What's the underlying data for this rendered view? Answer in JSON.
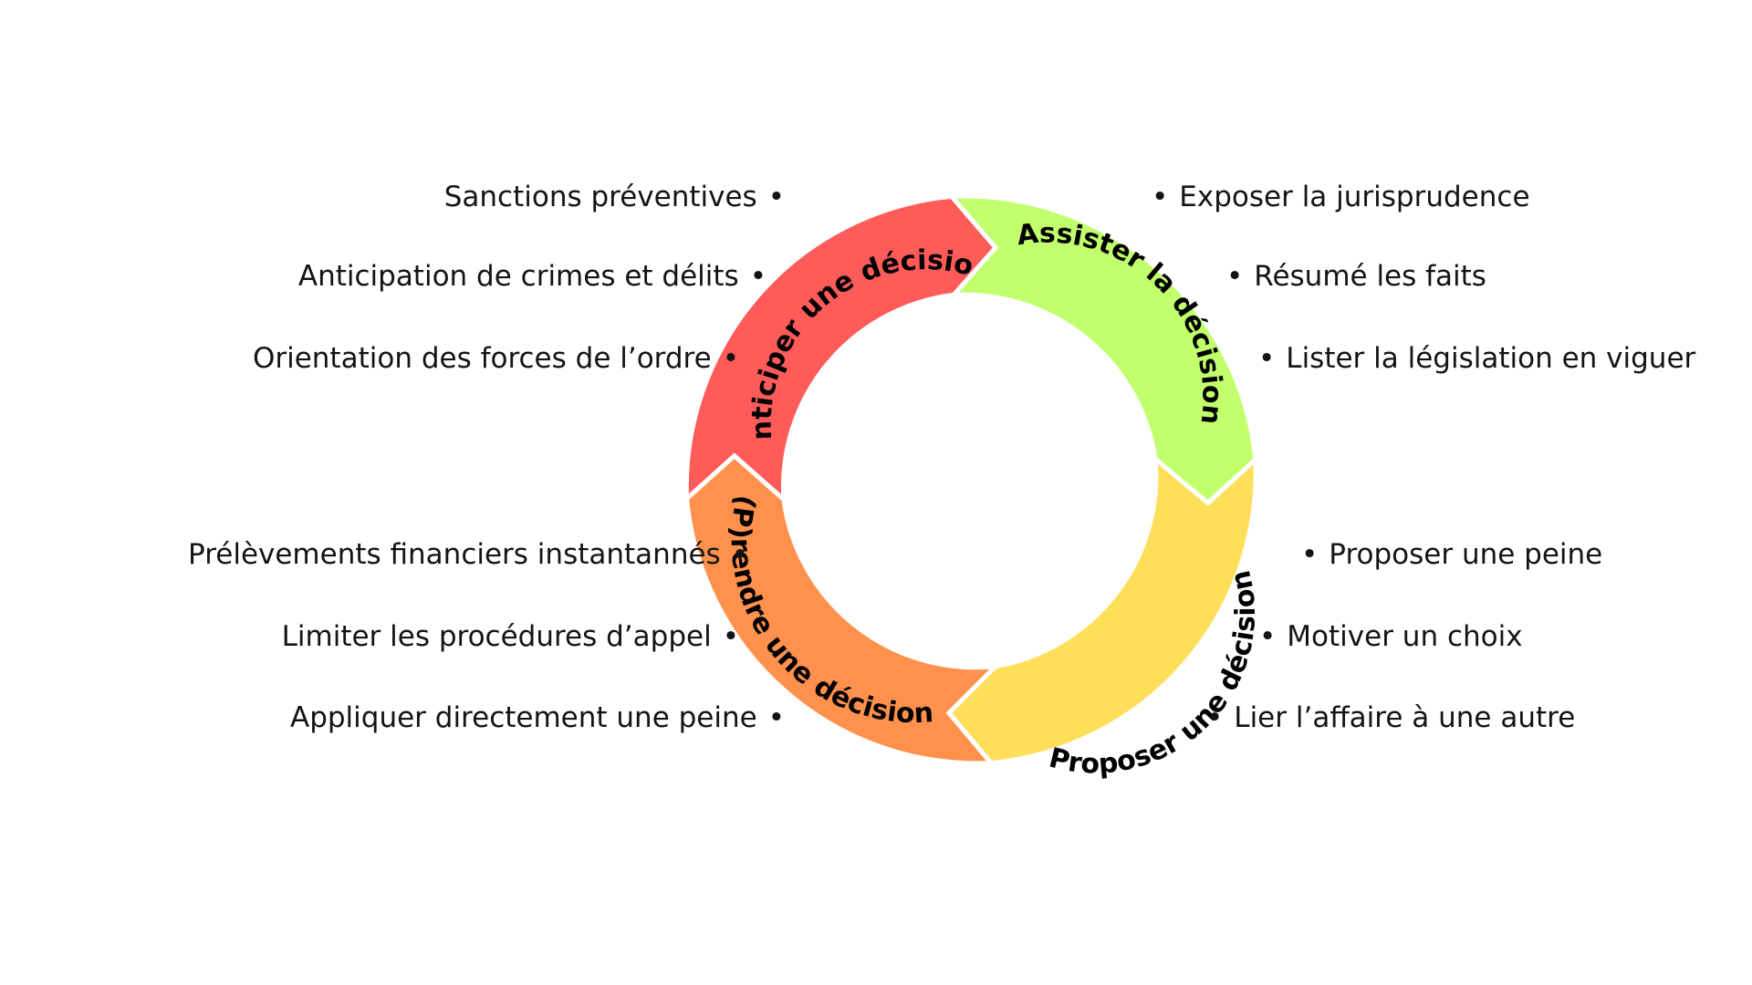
{
  "colors": {
    "background": "#ffffff",
    "anticiper": "#fe5b59",
    "assister": "#c1ff6c",
    "proposer": "#ffde5a",
    "prendre": "#ff914d",
    "separator": "#ffffff"
  },
  "bullet_glyph": "•",
  "cycle": {
    "anticiper": {
      "label": "Anticiper une décision"
    },
    "assister": {
      "label": "Assister la décision"
    },
    "proposer": {
      "label": "Proposer une décision"
    },
    "prendre": {
      "label": "(P)rendre une décision"
    }
  },
  "lists": {
    "anticiper": [
      "Sanctions préventives",
      "Anticipation de crimes et délits",
      "Orientation des forces de l’ordre"
    ],
    "assister": [
      "Exposer la jurisprudence",
      "Résumé les faits",
      "Lister la législation en viguer"
    ],
    "prendre": [
      "Prélèvements financiers instantannés",
      "Limiter les procédures d’appel",
      "Appliquer directement une peine"
    ],
    "proposer": [
      "Proposer une peine",
      "Motiver un choix",
      "Lier l’affaire à une autre"
    ]
  }
}
